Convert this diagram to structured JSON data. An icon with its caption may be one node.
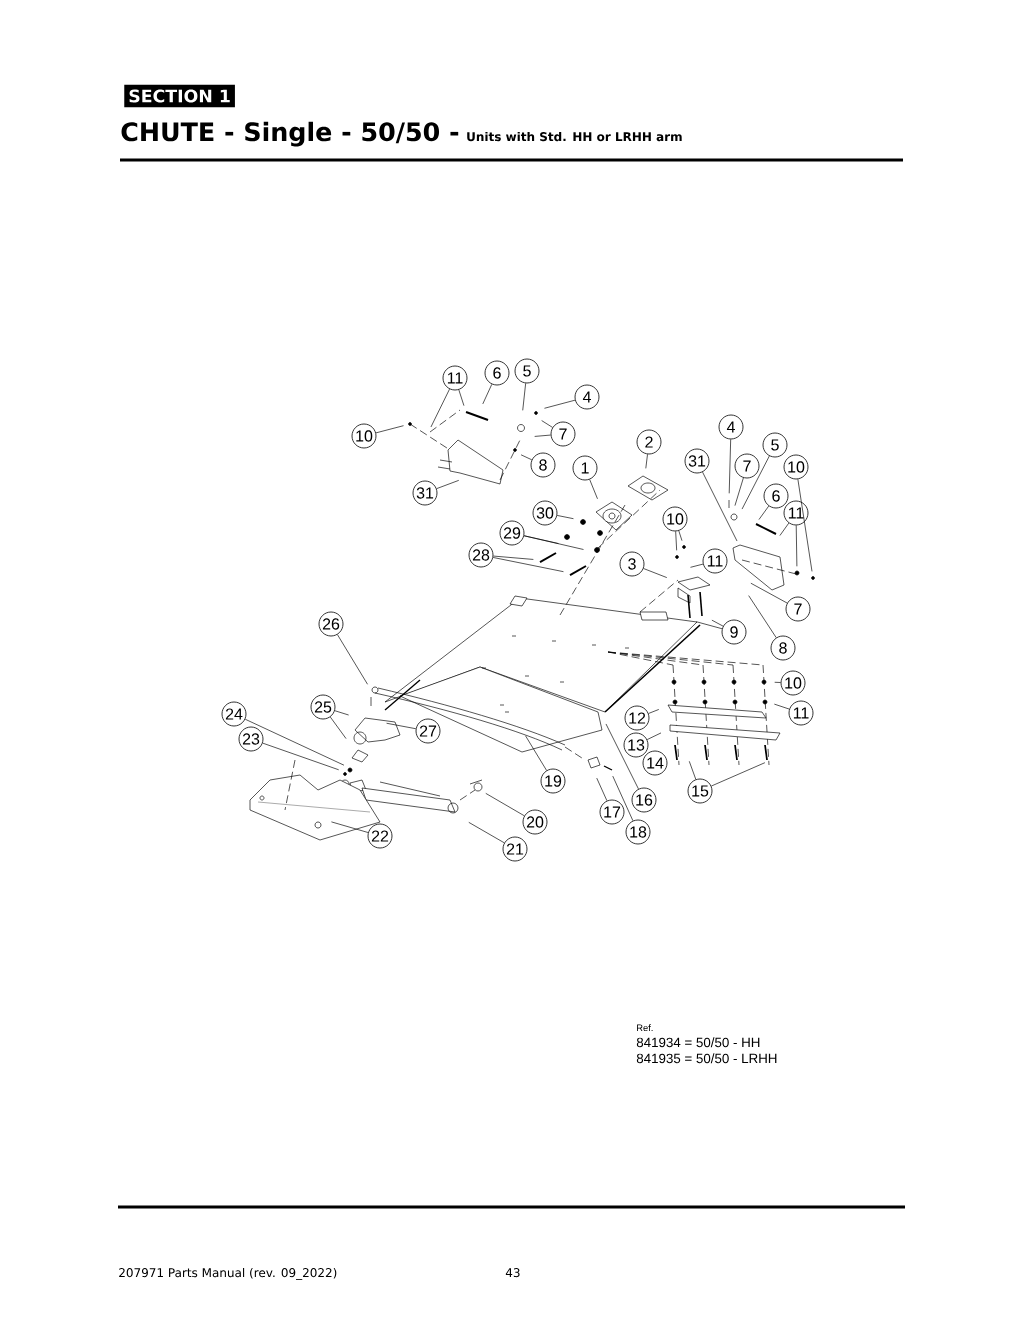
{
  "diagram": {
    "title": "CHUTE - Single - 50/50 -",
    "nodes": [
      {
        "text": [
          "11"
        ]
      },
      {
        "text": [
          "6"
        ]
      },
      {
        "text": [
          "5"
        ]
      },
      {
        "text": [
          "4"
        ]
      },
      {
        "text": [
          "10"
        ]
      },
      {
        "text": [
          "7"
        ]
      },
      {
        "text": [
          "8"
        ]
      },
      {
        "text": [
          "31"
        ]
      },
      {
        "text": [
          "2"
        ]
      },
      {
        "text": [
          "1"
        ]
      },
      {
        "text": [
          "30"
        ]
      },
      {
        "text": [
          "29"
        ]
      },
      {
        "text": [
          "28"
        ]
      },
      {
        "text": [
          "31"
        ]
      },
      {
        "text": [
          "4"
        ]
      },
      {
        "text": [
          "7"
        ]
      },
      {
        "text": [
          "5"
        ]
      },
      {
        "text": [
          "10"
        ]
      },
      {
        "text": [
          "6"
        ]
      },
      {
        "text": [
          "11"
        ]
      },
      {
        "text": [
          "10"
        ]
      },
      {
        "text": [
          "11"
        ]
      },
      {
        "text": [
          "3"
        ]
      },
      {
        "text": [
          "7"
        ]
      },
      {
        "text": [
          "9"
        ]
      },
      {
        "text": [
          "8"
        ]
      },
      {
        "text": [
          "26"
        ]
      },
      {
        "text": [
          "10"
        ]
      },
      {
        "text": [
          "11"
        ]
      },
      {
        "text": [
          "25"
        ]
      },
      {
        "text": [
          "24"
        ]
      },
      {
        "text": [
          "27"
        ]
      },
      {
        "text": [
          "23"
        ]
      },
      {
        "text": [
          "12"
        ]
      },
      {
        "text": [
          "13"
        ]
      },
      {
        "text": [
          "14"
        ]
      },
      {
        "text": [
          "19"
        ]
      },
      {
        "text": [
          "16"
        ]
      },
      {
        "text": [
          "15"
        ]
      },
      {
        "text": [
          "17"
        ]
      },
      {
        "text": [
          "20"
        ]
      },
      {
        "text": [
          "18"
        ]
      },
      {
        "text": [
          "22"
        ]
      },
      {
        "text": [
          "21"
        ]
      }
    ],
    "edges": [
      {
        "from": 0,
        "to": null,
        "arrow": "none"
      },
      {
        "from": 0,
        "to": null,
        "arrow": "none"
      },
      {
        "from": 1,
        "to": null,
        "arrow": "none"
      },
      {
        "from": 2,
        "to": null,
        "arrow": "none"
      },
      {
        "from": 3,
        "to": null,
        "arrow": "none"
      },
      {
        "from": 4,
        "to": null,
        "arrow": "none"
      },
      {
        "from": 5,
        "to": null,
        "arrow": "none"
      },
      {
        "from": 5,
        "to": null,
        "arrow": "none"
      },
      {
        "from": 6,
        "to": null,
        "arrow": "none"
      },
      {
        "from": 7,
        "to": null,
        "arrow": "none"
      },
      {
        "from": 8,
        "to": null,
        "arrow": "none"
      },
      {
        "from": 9,
        "to": null,
        "arrow": "none"
      },
      {
        "from": 10,
        "to": null,
        "arrow": "none"
      },
      {
        "from": 11,
        "to": null,
        "arrow": "none"
      },
      {
        "from": 11,
        "to": null,
        "arrow": "none"
      },
      {
        "from": 12,
        "to": null,
        "arrow": "none"
      },
      {
        "from": 12,
        "to": null,
        "arrow": "none"
      },
      {
        "from": 13,
        "to": null,
        "arrow": "none"
      },
      {
        "from": 14,
        "to": null,
        "arrow": "none"
      },
      {
        "from": 15,
        "to": null,
        "arrow": "none"
      },
      {
        "from": 16,
        "to": null,
        "arrow": "none"
      },
      {
        "from": 17,
        "to": null,
        "arrow": "none"
      },
      {
        "from": 18,
        "to": null,
        "arrow": "none"
      },
      {
        "from": 19,
        "to": null,
        "arrow": "none"
      },
      {
        "from": 19,
        "to": null,
        "arrow": "none"
      },
      {
        "from": 20,
        "to": null,
        "arrow": "none"
      },
      {
        "from": 20,
        "to": null,
        "arrow": "none"
      },
      {
        "from": 21,
        "to": null,
        "arrow": "none"
      },
      {
        "from": 22,
        "to": null,
        "arrow": "none"
      },
      {
        "from": 23,
        "to": null,
        "arrow": "none"
      },
      {
        "from": 24,
        "to": null,
        "arrow": "none"
      },
      {
        "from": 24,
        "to": null,
        "arrow": "none"
      },
      {
        "from": 25,
        "to": null,
        "arrow": "none"
      },
      {
        "from": 26,
        "to": null,
        "arrow": "none"
      },
      {
        "from": 27,
        "to": null,
        "arrow": "none"
      },
      {
        "from": 28,
        "to": null,
        "arrow": "none"
      },
      {
        "from": 29,
        "to": null,
        "arrow": "none"
      },
      {
        "from": 29,
        "to": null,
        "arrow": "none"
      },
      {
        "from": 30,
        "to": null,
        "arrow": "none"
      },
      {
        "from": 31,
        "to": null,
        "arrow": "none"
      },
      {
        "from": 32,
        "to": null,
        "arrow": "none"
      },
      {
        "from": 33,
        "to": null,
        "arrow": "none"
      },
      {
        "from": 34,
        "to": null,
        "arrow": "none"
      },
      {
        "from": 36,
        "to": null,
        "arrow": "none"
      },
      {
        "from": 37,
        "to": null,
        "arrow": "none"
      },
      {
        "from": 38,
        "to": null,
        "arrow": "none"
      },
      {
        "from": 38,
        "to": null,
        "arrow": "none"
      },
      {
        "from": 39,
        "to": null,
        "arrow": "none"
      },
      {
        "from": 40,
        "to": null,
        "arrow": "none"
      },
      {
        "from": 41,
        "to": null,
        "arrow": "none"
      },
      {
        "from": 42,
        "to": null,
        "arrow": "none"
      },
      {
        "from": 43,
        "to": null,
        "arrow": "none"
      }
    ],
    "labels": [
      "SECTION 1",
      "Units with Std. HH or LRHH arm",
      "Ref.",
      "841934 = 50/50 - HH",
      "841935 = 50/50 - LRHH",
      "207971 Parts Manual (rev. 09_2022)",
      "43"
    ]
  }
}
